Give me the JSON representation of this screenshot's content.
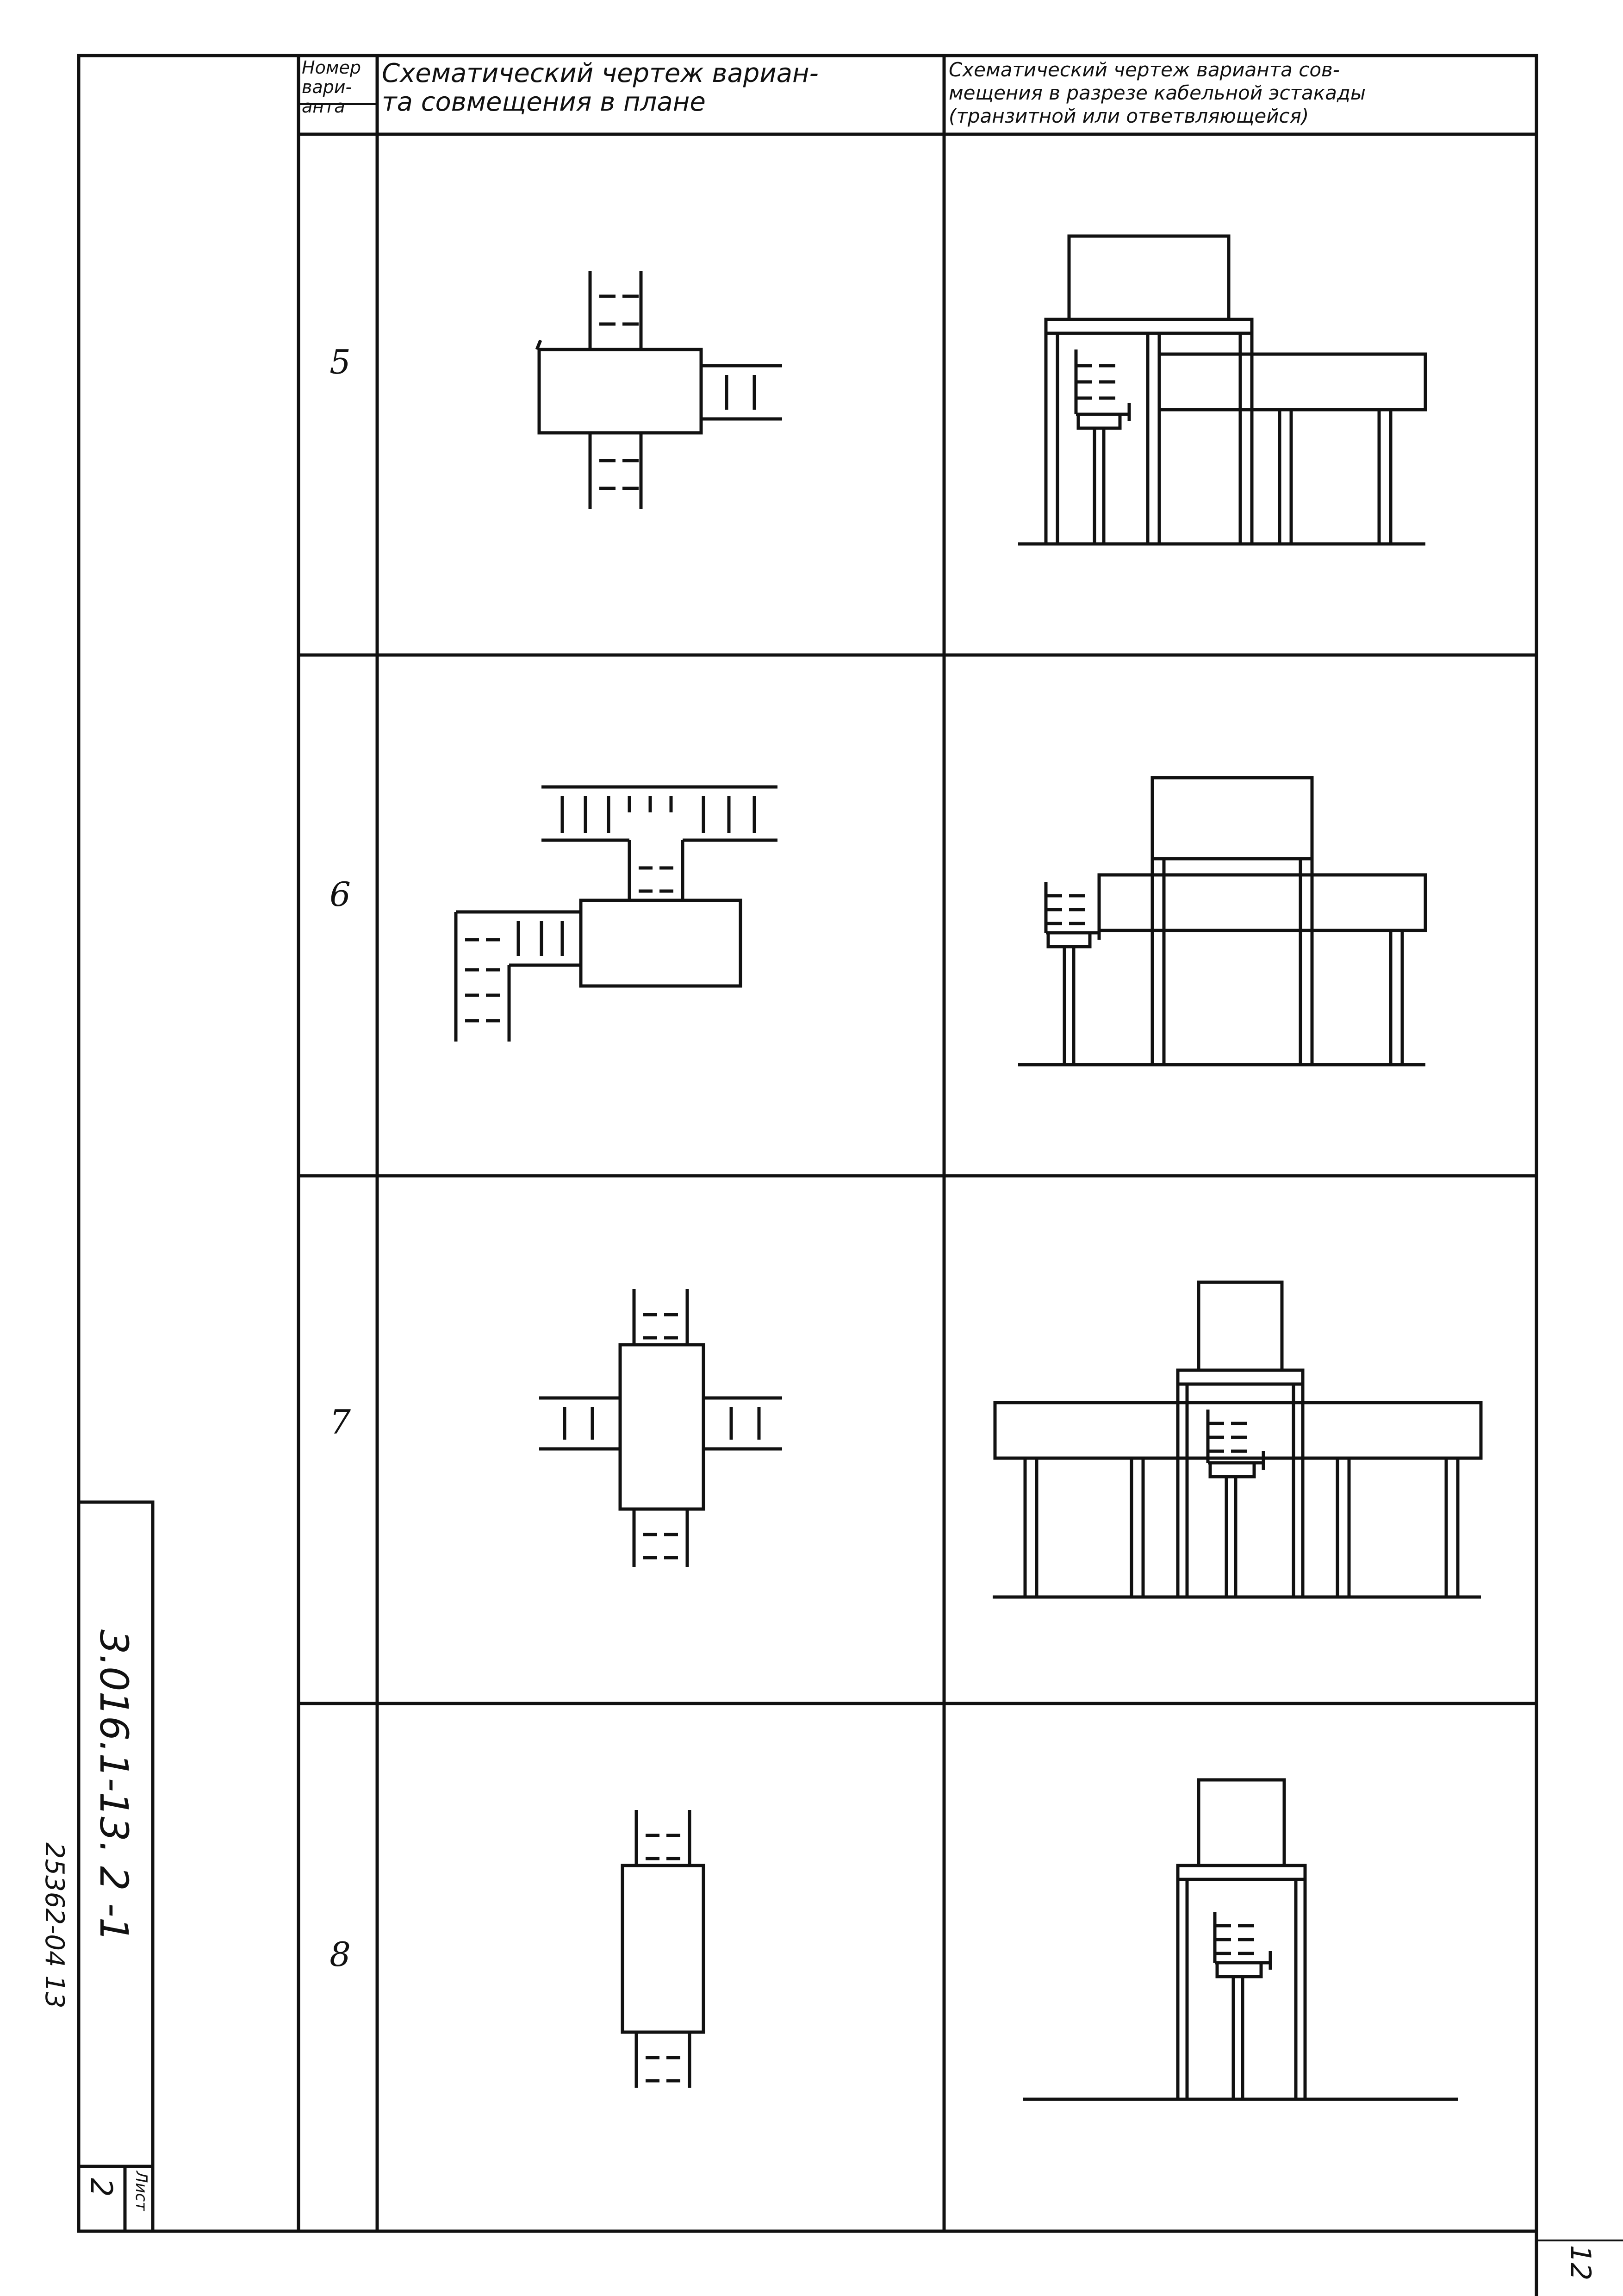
{
  "header": {
    "col_number": [
      "Номер",
      "вари-",
      "анта"
    ],
    "col_plan": [
      "Схематический чертеж вариан-",
      "та совмещения в плане"
    ],
    "col_section": [
      "Схематический чертеж варианта сов-",
      "мещения в разрезе кабельной эстакады",
      "(транзитной или ответвляющейся)"
    ]
  },
  "variants": [
    {
      "number": "5"
    },
    {
      "number": "6"
    },
    {
      "number": "7"
    },
    {
      "number": "8"
    }
  ],
  "stamp": {
    "designation": "3.016.1-13. 2 -1",
    "sheet_label": "Лист",
    "sheet_number": "2"
  },
  "inventory": "25362-04 13",
  "page_number": "12",
  "colors": {
    "ink": "#111111",
    "paper": "#ffffff"
  }
}
